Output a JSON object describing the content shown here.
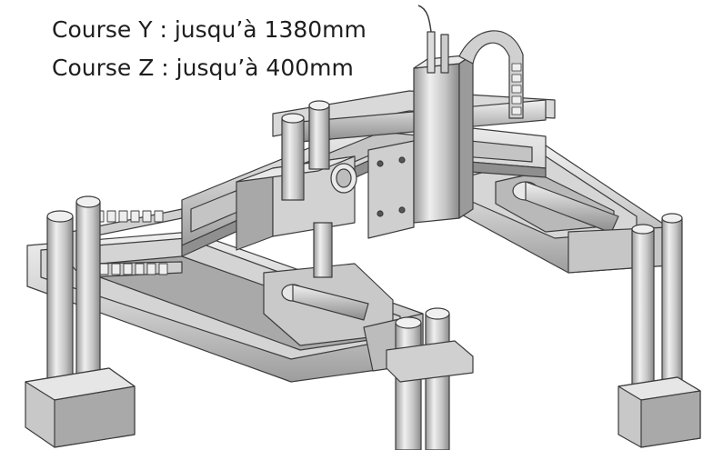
{
  "captions": {
    "course_y": "Course Y : jusqu’à 1380mm",
    "course_z": "Course Z : jusqu’à 400mm"
  },
  "illustration": {
    "subject": "gantry-robot-drawing",
    "colors": {
      "metal_light": "#e2e2e2",
      "metal_mid": "#c9c9c9",
      "metal_dark": "#8e8e8e",
      "outline": "#3c3c3c"
    }
  }
}
